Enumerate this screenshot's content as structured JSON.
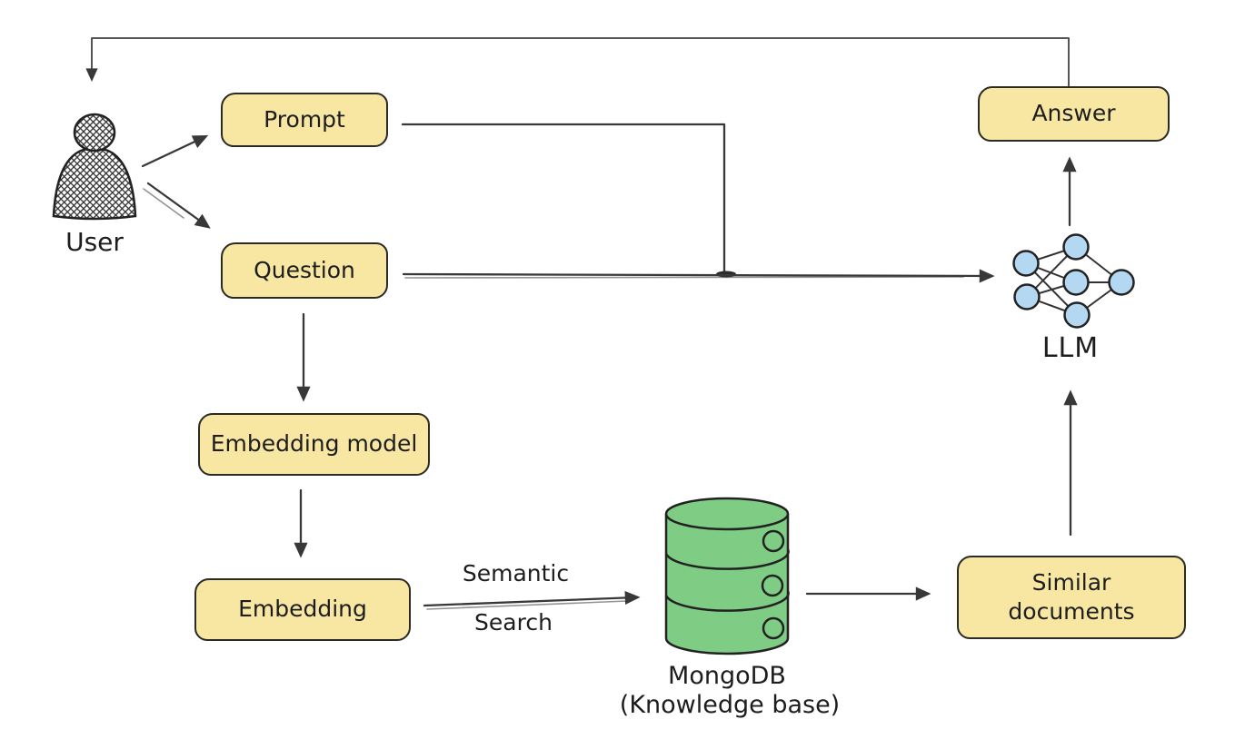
{
  "nodes": {
    "user": {
      "label": "User"
    },
    "prompt": {
      "label": "Prompt"
    },
    "question": {
      "label": "Question"
    },
    "embedding_model": {
      "label": "Embedding model"
    },
    "embedding": {
      "label": "Embedding"
    },
    "mongodb": {
      "label": "MongoDB",
      "sublabel": "(Knowledge base)"
    },
    "similar_documents": {
      "label": "Similar documents"
    },
    "llm": {
      "label": "LLM"
    },
    "answer": {
      "label": "Answer"
    }
  },
  "edges": {
    "semantic_search": {
      "line1": "Semantic",
      "line2": "Search"
    },
    "flow": [
      "User -> Prompt",
      "User -> Question",
      "Prompt -> joins Question line",
      "Question -> LLM",
      "Question -> Embedding model",
      "Embedding model -> Embedding",
      "Embedding -> MongoDB (Semantic Search)",
      "MongoDB -> Similar documents",
      "Similar documents -> LLM",
      "LLM -> Answer",
      "Answer -> User (feedback loop)"
    ]
  },
  "icons": {
    "user": "user-person-crosshatch-icon",
    "mongodb": "database-cylinder-icon",
    "llm": "neural-network-icon"
  },
  "colors": {
    "box_fill": "#f8e7a3",
    "box_border": "#2b2a24",
    "db_green": "#7fcd84",
    "node_blue": "#b5d8f2",
    "stroke_dark": "#383838",
    "feedback": "#555555",
    "text": "#1d1d1d"
  }
}
